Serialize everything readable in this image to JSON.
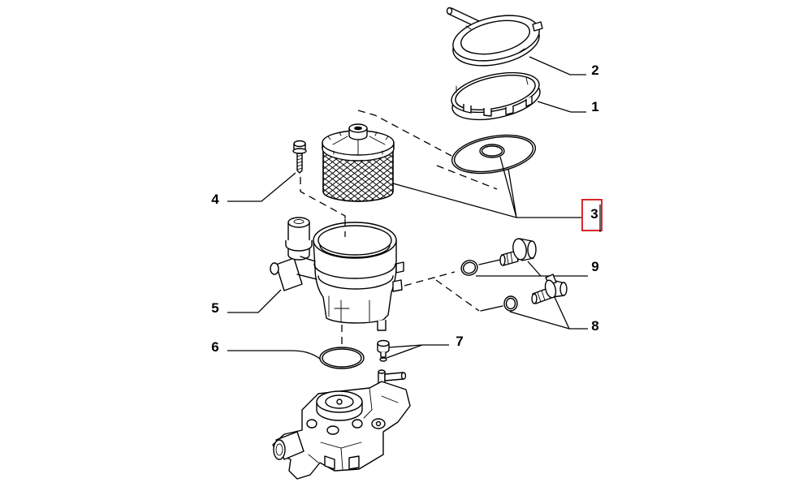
{
  "callouts": [
    {
      "label": "2"
    },
    {
      "label": "1"
    },
    {
      "label": "3",
      "highlighted": true
    },
    {
      "label": "4"
    },
    {
      "label": "9"
    },
    {
      "label": "5"
    },
    {
      "label": "8"
    },
    {
      "label": "6"
    },
    {
      "label": "7"
    }
  ],
  "colors": {
    "background": "#ffffff",
    "line": "#000000",
    "highlight": "#d9262b"
  }
}
